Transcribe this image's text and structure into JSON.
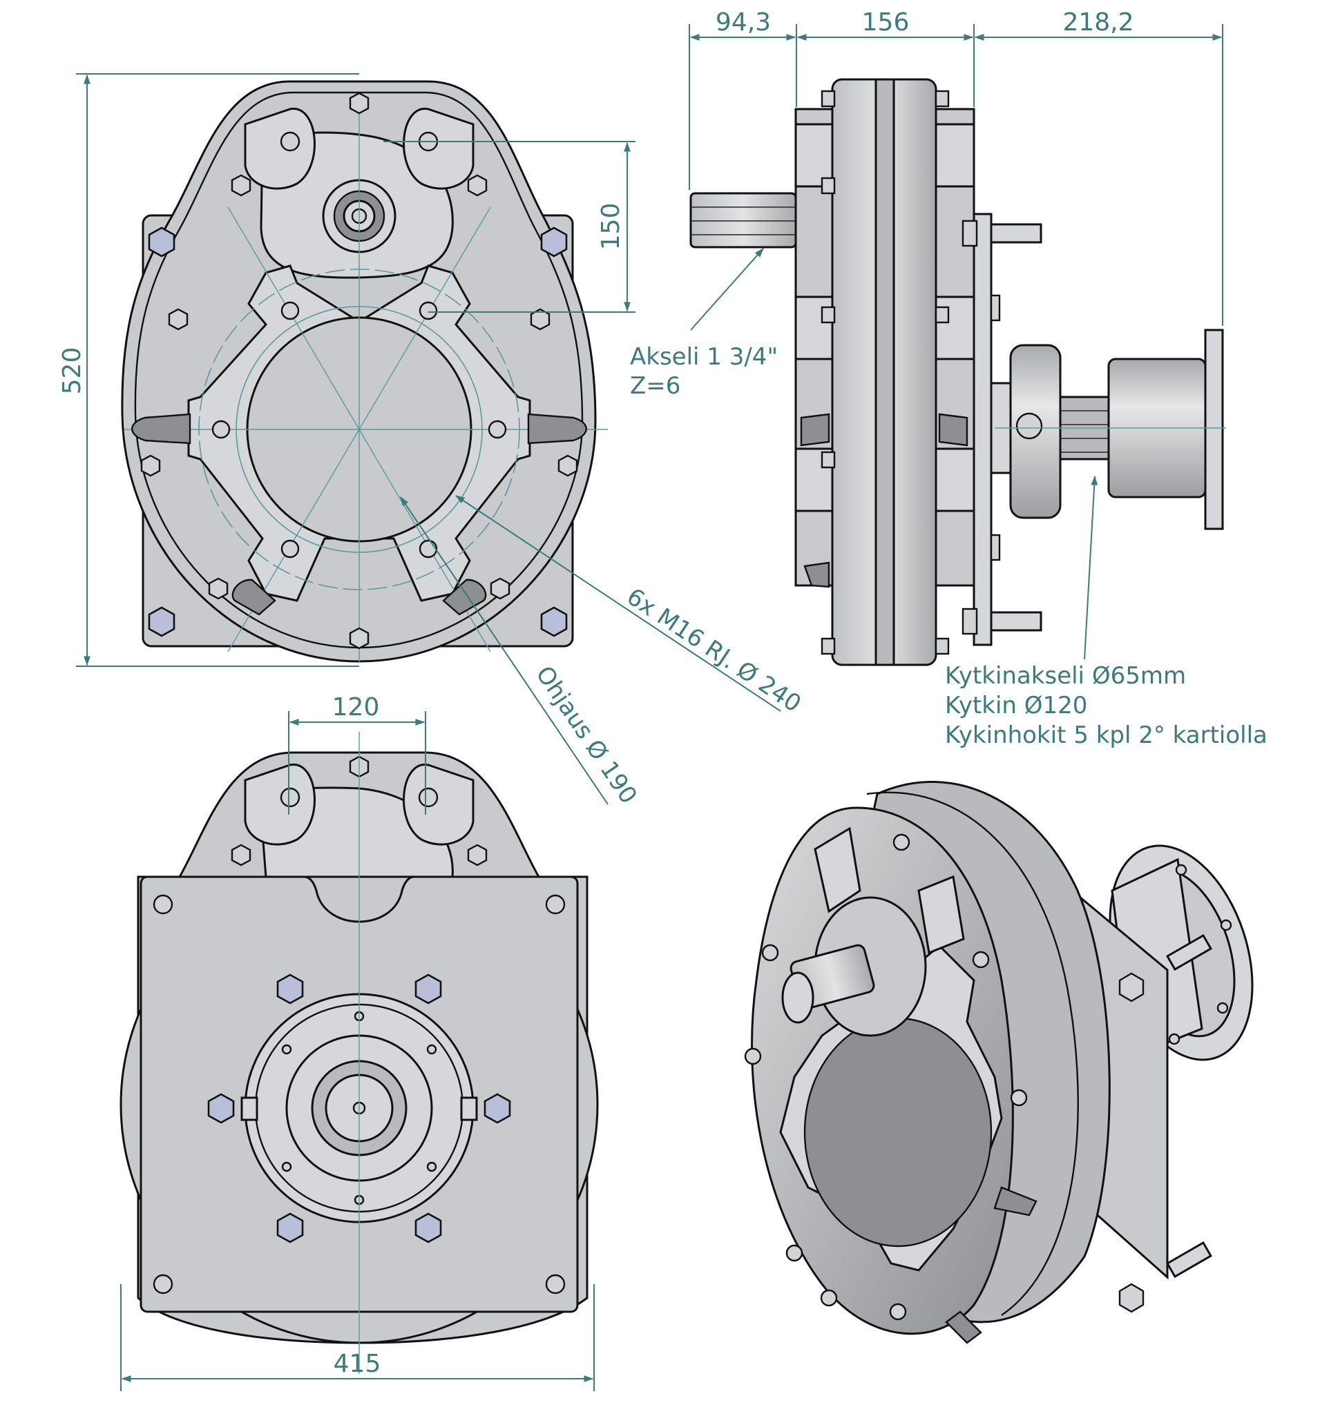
{
  "dimensions": {
    "d_94_3": "94,3",
    "d_156": "156",
    "d_218_2": "218,2",
    "d_150": "150",
    "d_520": "520",
    "d_120": "120",
    "d_415": "415"
  },
  "notes": {
    "akseli_line1": "Akseli 1 3/4\"",
    "akseli_line2": "Z=6",
    "m16": "6x M16 RJ.  Ø 240",
    "ohjaus": "Ohjaus  Ø 190",
    "kytkin_line1": "Kytkinakseli Ø65mm",
    "kytkin_line2": "Kytkin Ø120",
    "kytkin_line3": "Kykinhokit 5 kpl 2° kartiolla"
  },
  "colors": {
    "annotation": "#3d7a7a",
    "metal": "#c9cacd",
    "bolt": "#b9bfd9",
    "outline": "#111111"
  }
}
